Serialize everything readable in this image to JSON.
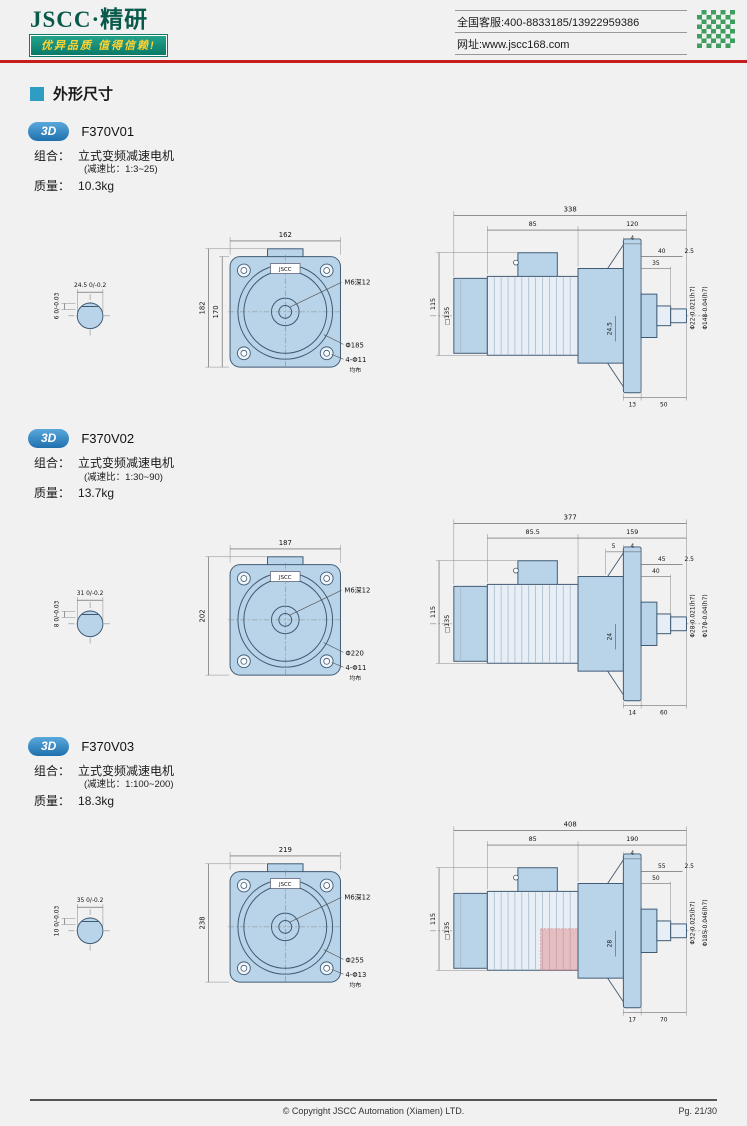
{
  "header": {
    "logo": "JSCC·精研",
    "slogan": "优异品质 值得信赖!",
    "service_phone": "全国客服:400-8833185/13922959386",
    "website": "网址:www.jscc168.com"
  },
  "page": {
    "section_title": "外形尺寸"
  },
  "footer": {
    "copyright": "© Copyright JSCC Automation (Xiamen) LTD.",
    "page_no": "Pg. 21/30"
  },
  "models": [
    {
      "badge": "3D",
      "code": "F370V01",
      "combo_label": "组合：",
      "combo_value": "立式变频减速电机",
      "ratio": "(减速比：1:3~25)",
      "mass_label": "质量：",
      "mass_value": "10.3kg",
      "shaft_view": {
        "key": "6 0/-0.03",
        "across": "24.5 0/-0.2"
      },
      "front_view": {
        "width": "162",
        "height": "182",
        "height_inner": "170",
        "tap": "M6深12",
        "bolt_circle": "Φ185",
        "holes": "4-Φ11",
        "holes_note": "均布",
        "logo": "JSCC"
      },
      "side_view": {
        "total": "338",
        "seg1": "85",
        "seg2": "120",
        "small1": "",
        "small2": "4",
        "body_height": "115",
        "frame": "□135",
        "d1": "40",
        "d2": "35",
        "d3": "2.5",
        "mid": "24.5",
        "b1": "13",
        "b2": "50",
        "shaft_dia": "Φ22-0.021(h7)",
        "spigot_dia": "Φ148-0.04(h7)"
      }
    },
    {
      "badge": "3D",
      "code": "F370V02",
      "combo_label": "组合：",
      "combo_value": "立式变频减速电机",
      "ratio": "(减速比：1:30~90)",
      "mass_label": "质量：",
      "mass_value": "13.7kg",
      "shaft_view": {
        "key": "8 0/-0.03",
        "across": "31 0/-0.2"
      },
      "front_view": {
        "width": "187",
        "height": "202",
        "height_inner": "",
        "tap": "M6深12",
        "bolt_circle": "Φ220",
        "holes": "4-Φ11",
        "holes_note": "均布",
        "logo": "JSCC"
      },
      "side_view": {
        "total": "377",
        "seg1": "85.5",
        "seg2": "159",
        "small1": "5",
        "small2": "4",
        "body_height": "115",
        "frame": "□135",
        "d1": "45",
        "d2": "40",
        "d3": "2.5",
        "mid": "24",
        "b1": "14",
        "b2": "60",
        "shaft_dia": "Φ28-0.021(h7)",
        "spigot_dia": "Φ170-0.04(h7)"
      }
    },
    {
      "badge": "3D",
      "code": "F370V03",
      "combo_label": "组合：",
      "combo_value": "立式变频减速电机",
      "ratio": "(减速比：1:100~200)",
      "mass_label": "质量：",
      "mass_value": "18.3kg",
      "shaft_view": {
        "key": "10 0/-0.03",
        "across": "35 0/-0.2"
      },
      "front_view": {
        "width": "219",
        "height": "238",
        "height_inner": "",
        "tap": "M6深12",
        "bolt_circle": "Φ255",
        "holes": "4-Φ13",
        "holes_note": "均布",
        "logo": "JSCC"
      },
      "side_view": {
        "total": "408",
        "seg1": "85",
        "seg2": "190",
        "small1": "",
        "small2": "4",
        "body_height": "115",
        "frame": "□135",
        "d1": "55",
        "d2": "50",
        "d3": "2.5",
        "mid": "28",
        "b1": "17",
        "b2": "70",
        "shaft_dia": "Φ32-0.025(h7)",
        "spigot_dia": "Φ185-0.046(h7)"
      }
    }
  ]
}
